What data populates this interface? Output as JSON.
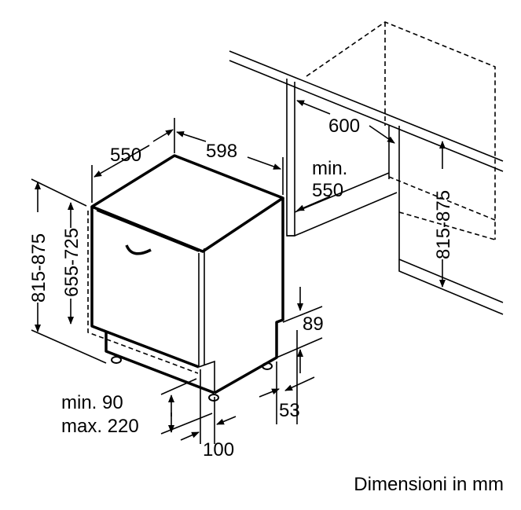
{
  "labels": {
    "depth": "550",
    "width": "598",
    "height_range": "815-875",
    "door_height_range": "655-725",
    "niche_min_label": "min.",
    "niche_min_depth": "550",
    "niche_width": "600",
    "niche_height_range": "815-875",
    "plinth_depth_top": "89",
    "plinth_depth_bottom": "53",
    "plinth_min": "min. 90",
    "plinth_max": "max. 220",
    "plinth_offset": "100"
  },
  "caption": "Dimensioni in mm"
}
